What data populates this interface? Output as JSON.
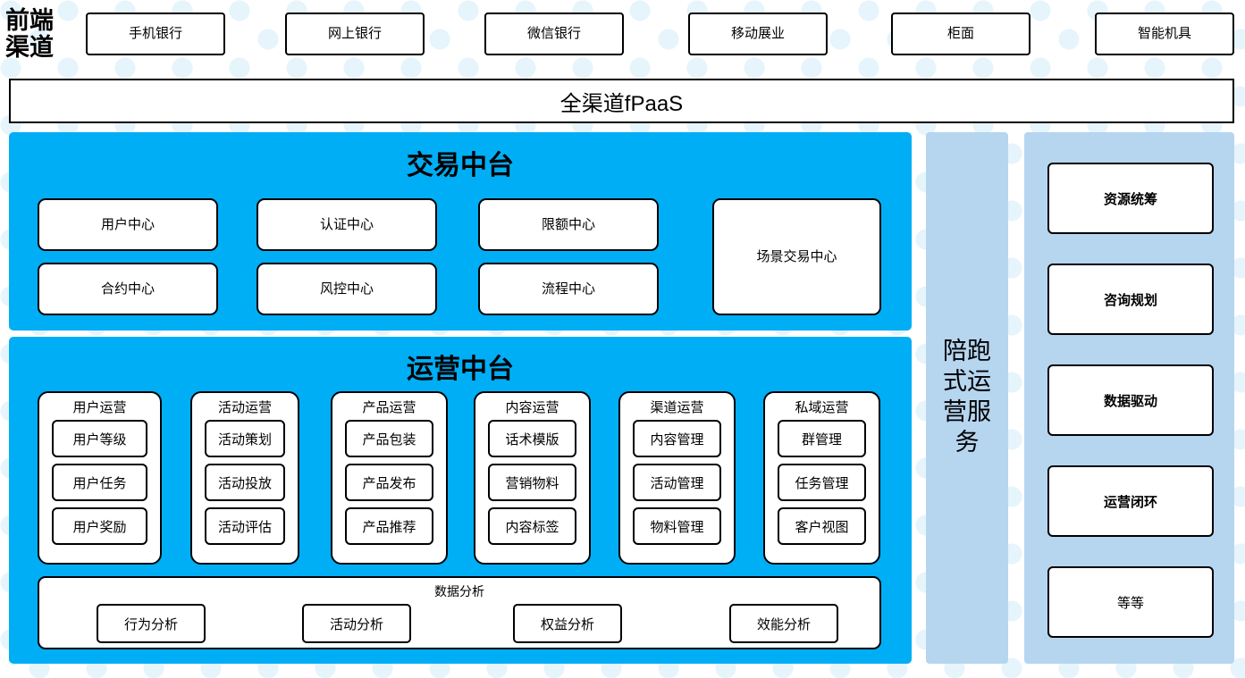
{
  "colors": {
    "cyan": "#00aef5",
    "light_blue": "#b6d5ef",
    "dot": "#e6f4fc",
    "border": "#000000",
    "card_bg": "#ffffff"
  },
  "front_channel": {
    "label": "前端\n渠道",
    "channels": [
      {
        "label": "手机银行"
      },
      {
        "label": "网上银行"
      },
      {
        "label": "微信银行"
      },
      {
        "label": "移动展业"
      },
      {
        "label": "柜面"
      },
      {
        "label": "智能机具"
      }
    ]
  },
  "fpaas": {
    "label": "全渠道fPaaS"
  },
  "transaction_platform": {
    "title": "交易中台",
    "grid": [
      {
        "label": "用户中心"
      },
      {
        "label": "认证中心"
      },
      {
        "label": "限额中心"
      },
      {
        "label": "合约中心"
      },
      {
        "label": "风控中心"
      },
      {
        "label": "流程中心"
      }
    ],
    "tall": {
      "label": "场景交易中心"
    }
  },
  "operation_platform": {
    "title": "运营中台",
    "columns": [
      {
        "title": "用户运营",
        "items": [
          "用户等级",
          "用户任务",
          "用户奖励"
        ]
      },
      {
        "title": "活动运营",
        "items": [
          "活动策划",
          "活动投放",
          "活动评估"
        ]
      },
      {
        "title": "产品运营",
        "items": [
          "产品包装",
          "产品发布",
          "产品推荐"
        ]
      },
      {
        "title": "内容运营",
        "items": [
          "话术模版",
          "营销物料",
          "内容标签"
        ]
      },
      {
        "title": "渠道运营",
        "items": [
          "内容管理",
          "活动管理",
          "物料管理"
        ]
      },
      {
        "title": "私域运营",
        "items": [
          "群管理",
          "任务管理",
          "客户视图"
        ]
      }
    ],
    "data_analysis": {
      "title": "数据分析",
      "items": [
        "行为分析",
        "活动分析",
        "权益分析",
        "效能分析"
      ]
    }
  },
  "accompany_service": {
    "label": "陪跑\n式运\n营服\n务"
  },
  "service_panel": {
    "items": [
      {
        "label": "资源统筹",
        "bold": true
      },
      {
        "label": "咨询规划",
        "bold": true
      },
      {
        "label": "数据驱动",
        "bold": true
      },
      {
        "label": "运营闭环",
        "bold": true
      },
      {
        "label": "等等",
        "bold": false
      }
    ]
  }
}
